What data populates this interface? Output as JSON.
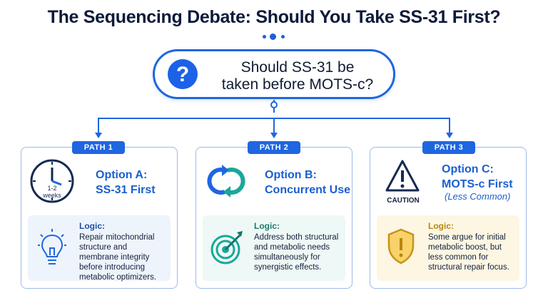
{
  "title": "The Sequencing Debate: Should You Take SS-31 First?",
  "question": {
    "mark": "?",
    "line1": "Should SS-31 be",
    "line2": "taken before MOTS-c?"
  },
  "paths": [
    {
      "tag": "PATH 1",
      "option_line1": "Option A:",
      "option_line2": "SS-31 First",
      "icon_text_1": "1-2",
      "icon_text_2": "weeks",
      "logic_label": "Logic:",
      "logic_text": "Repair mitochondrial structure and membrane integrity before introducing metabolic optimizers.",
      "icons": [
        "clock-icon",
        "lightbulb-icon"
      ]
    },
    {
      "tag": "PATH 2",
      "option_line1": "Option B:",
      "option_line2": "Concurrent Use",
      "logic_label": "Logic:",
      "logic_text": "Address both structural and metabolic needs simultaneously for synergistic effects.",
      "icons": [
        "sync-arrows-icon",
        "target-icon"
      ]
    },
    {
      "tag": "PATH 3",
      "option_line1": "Option C:",
      "option_line2": "MOTS-c First",
      "option_sub": "(Less Common)",
      "caution_label": "CAUTION",
      "logic_label": "Logic:",
      "logic_text": "Some argue for initial metabolic boost, but less common for structural repair focus.",
      "icons": [
        "warning-triangle-icon",
        "shield-alert-icon"
      ]
    }
  ],
  "colors": {
    "accent": "#1f66e0",
    "path2_bg": "#eef8f6",
    "path3_bg": "#fdf6e3",
    "path3_accent": "#b8860b",
    "logic_green": "#1c7c66"
  }
}
